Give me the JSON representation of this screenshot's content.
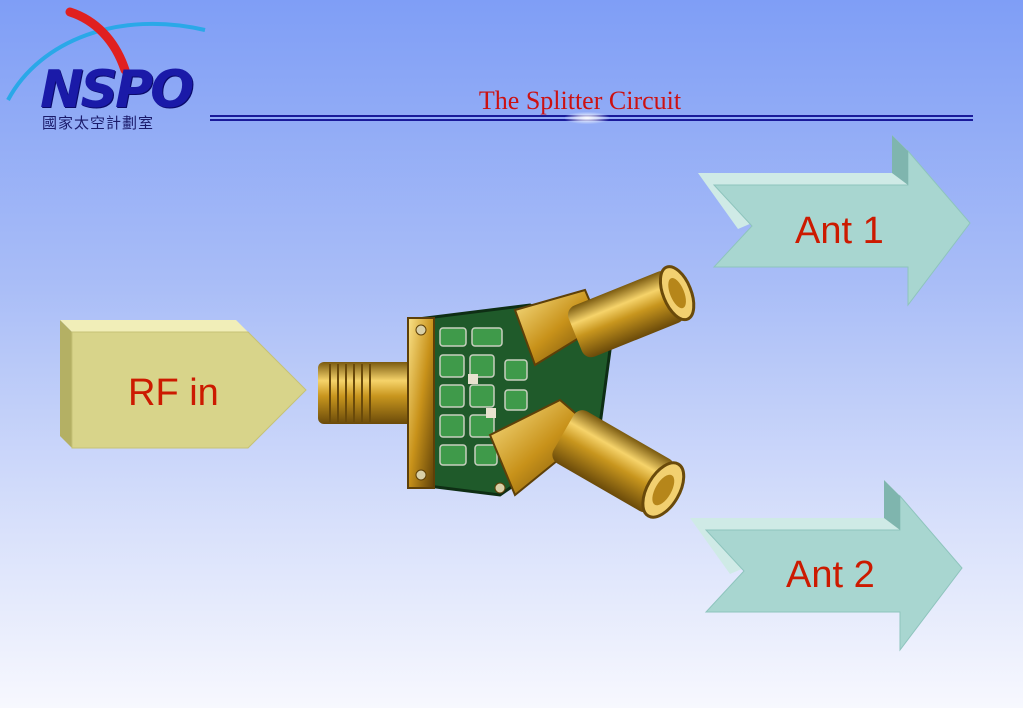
{
  "logo": {
    "text": "NSPO",
    "subtitle": "國家太空計劃室",
    "icon": "nspo-logo-icon"
  },
  "slide": {
    "title": "The Splitter Circuit"
  },
  "blocks": {
    "rf_in": "RF in",
    "ant1": "Ant 1",
    "ant2": "Ant 2"
  },
  "colors": {
    "title": "#cc1111",
    "label": "#cc1a00",
    "rule": "#1a1a9a",
    "rf_block": "#d8d48a",
    "ant_block": "#a8d6d0"
  },
  "image": {
    "icon": "splitter-circuit-photo-icon"
  }
}
